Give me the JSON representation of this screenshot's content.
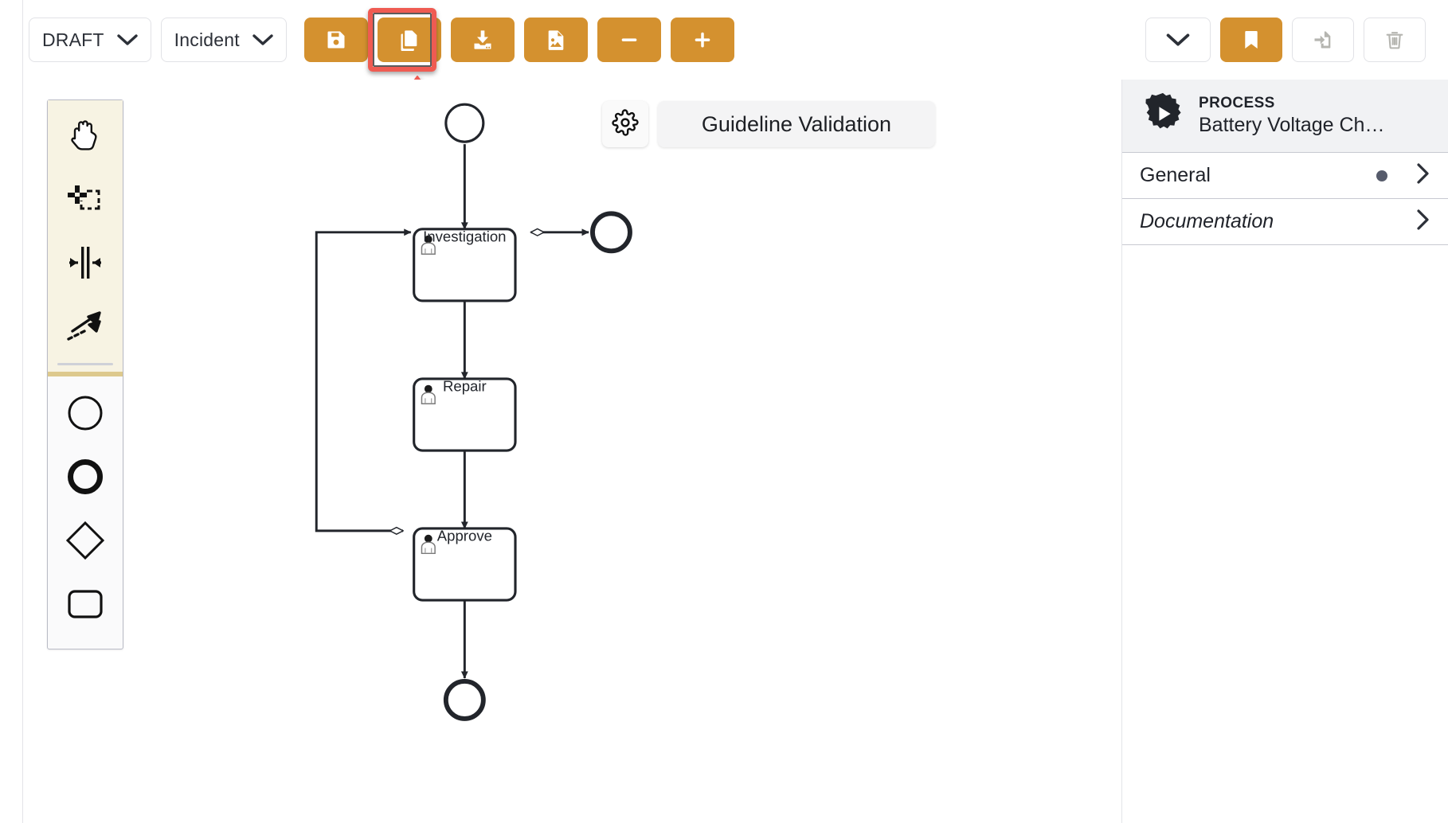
{
  "toolbar": {
    "status_select": {
      "value": "DRAFT",
      "icon": "chevron-down-icon"
    },
    "type_select": {
      "value": "Incident",
      "icon": "chevron-down-icon"
    },
    "buttons": [
      {
        "name": "save-button",
        "icon": "floppy-disk-icon",
        "style": "accent"
      },
      {
        "name": "duplicate-button",
        "icon": "copy-icon",
        "style": "accent",
        "highlighted": true
      },
      {
        "name": "download-button",
        "icon": "download-file-icon",
        "style": "accent"
      },
      {
        "name": "export-image-button",
        "icon": "image-file-icon",
        "style": "accent"
      },
      {
        "name": "zoom-out-button",
        "icon": "minus-icon",
        "style": "accent"
      },
      {
        "name": "zoom-in-button",
        "icon": "plus-icon",
        "style": "accent"
      }
    ],
    "right_buttons": [
      {
        "name": "more-menu-button",
        "icon": "chevron-down-icon",
        "style": "ghost"
      },
      {
        "name": "bookmark-button",
        "icon": "bookmark-icon",
        "style": "accent"
      },
      {
        "name": "import-button",
        "icon": "file-import-icon",
        "style": "ghost-disabled"
      },
      {
        "name": "delete-button",
        "icon": "trash-icon",
        "style": "ghost-disabled"
      }
    ]
  },
  "annotation": {
    "type": "arrow-up",
    "color": "#ef5b52",
    "target": "duplicate-button"
  },
  "palette": {
    "tools": [
      {
        "name": "hand-tool",
        "icon": "hand-icon"
      },
      {
        "name": "lasso-tool",
        "icon": "lasso-select-icon"
      },
      {
        "name": "space-tool",
        "icon": "space-tool-icon"
      },
      {
        "name": "connect-tool",
        "icon": "connect-arrow-icon"
      }
    ],
    "elements": [
      {
        "name": "start-event-tool",
        "icon": "circle-thin-icon"
      },
      {
        "name": "end-event-tool",
        "icon": "circle-thick-icon"
      },
      {
        "name": "gateway-tool",
        "icon": "diamond-icon"
      },
      {
        "name": "task-tool",
        "icon": "rounded-rect-icon"
      }
    ]
  },
  "canvas": {
    "gear_button": {
      "name": "process-settings-button",
      "icon": "gear-icon"
    },
    "process_name_chip": "Guideline Validation",
    "diagram": {
      "nodes": [
        {
          "id": "start",
          "type": "start-event",
          "label": ""
        },
        {
          "id": "investigation",
          "type": "user-task",
          "label": "Investigation"
        },
        {
          "id": "repair",
          "type": "user-task",
          "label": "Repair"
        },
        {
          "id": "approve",
          "type": "user-task",
          "label": "Approve"
        },
        {
          "id": "end-right",
          "type": "end-event",
          "label": ""
        },
        {
          "id": "end-bottom",
          "type": "end-event",
          "label": ""
        }
      ],
      "flows": [
        {
          "from": "start",
          "to": "investigation",
          "conditional": false
        },
        {
          "from": "investigation",
          "to": "end-right",
          "conditional": true
        },
        {
          "from": "investigation",
          "to": "repair",
          "conditional": true
        },
        {
          "from": "repair",
          "to": "approve",
          "conditional": true
        },
        {
          "from": "approve",
          "to": "end-bottom",
          "conditional": true
        },
        {
          "from": "approve",
          "to": "investigation",
          "conditional": true
        }
      ]
    }
  },
  "properties_panel": {
    "header": {
      "kind": "PROCESS",
      "title": "Battery Voltage Ch…",
      "icon": "process-gear-play-icon"
    },
    "rows": [
      {
        "name": "general",
        "label": "General",
        "has_dot": true,
        "italic": false,
        "chevron": "chevron-right-icon"
      },
      {
        "name": "documentation",
        "label": "Documentation",
        "has_dot": false,
        "italic": true,
        "chevron": "chevron-right-icon"
      }
    ]
  },
  "colors": {
    "accent": "#d4912f",
    "highlight": "#ef5b52",
    "panel_bg": "#f1f2f4",
    "palette_bg": "#f7f3e3",
    "stroke": "#22252b"
  }
}
